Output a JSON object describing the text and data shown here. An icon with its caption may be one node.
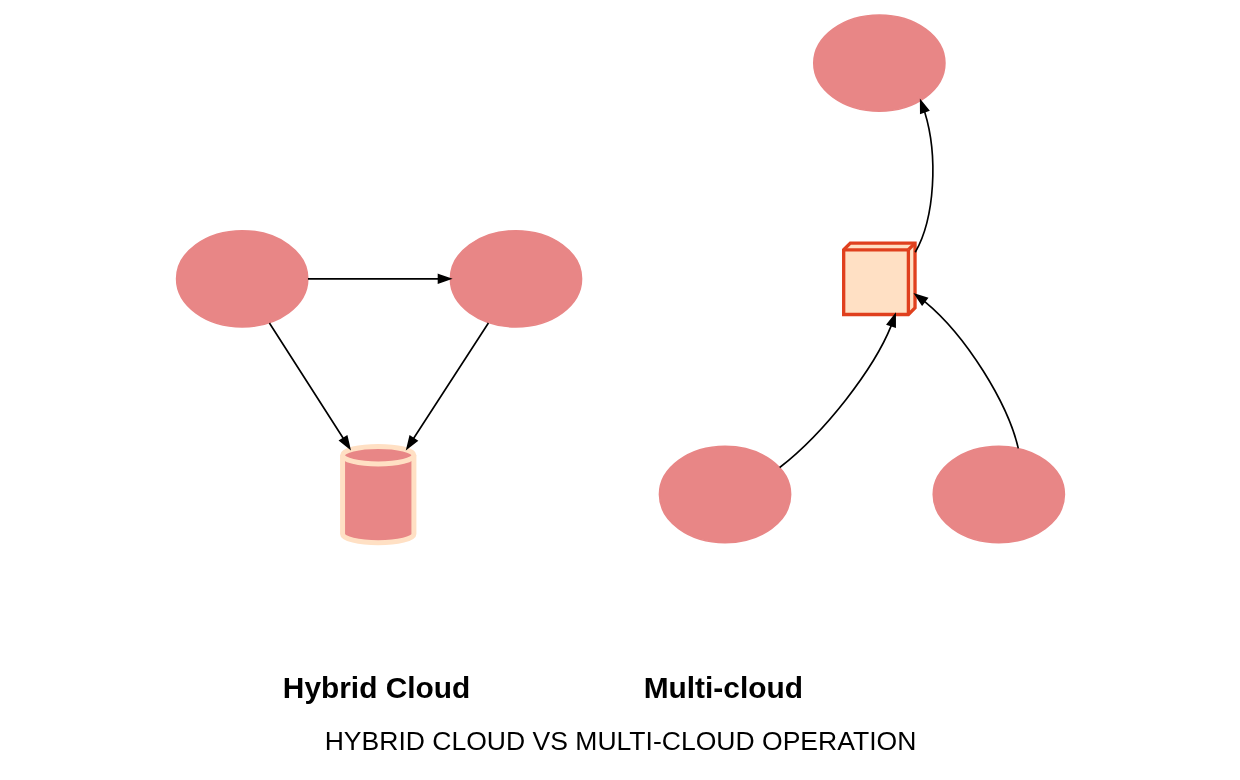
{
  "diagram": {
    "caption": "HYBRID CLOUD VS MULTI-CLOUD OPERATION",
    "nodes": [
      {
        "text": [],
        "shape": "cloud"
      },
      {
        "text": [],
        "shape": "cloud"
      },
      {
        "text": [],
        "shape": "cylinder"
      },
      {
        "text": [],
        "shape": "cloud"
      },
      {
        "text": [],
        "shape": "picture"
      },
      {
        "text": [],
        "shape": "cloud"
      },
      {
        "text": [],
        "shape": "cloud"
      }
    ],
    "edges": [
      {
        "from": 0,
        "to": 1,
        "arrow": "to"
      },
      {
        "from": 0,
        "to": 2,
        "arrow": "to"
      },
      {
        "from": 1,
        "to": 2,
        "arrow": "to"
      },
      {
        "from": 4,
        "to": 3,
        "arrow": "to"
      },
      {
        "from": 5,
        "to": 4,
        "arrow": "to"
      },
      {
        "from": 6,
        "to": 4,
        "arrow": "to"
      }
    ],
    "labels": [
      "Hybrid Cloud",
      "Multi-cloud"
    ]
  }
}
